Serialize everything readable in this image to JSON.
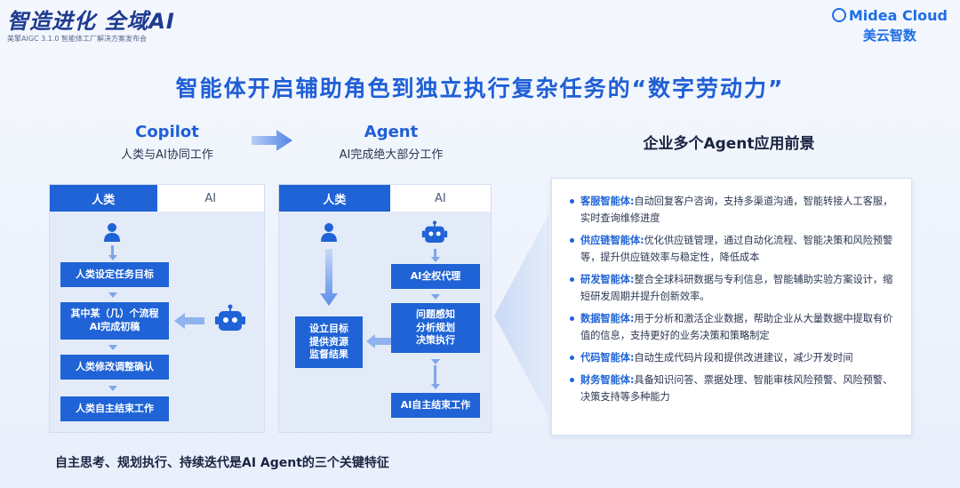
{
  "header": {
    "title": "智造进化 全域AI",
    "subtitle": "美擎AIGC 3.1.0 智能体工厂解决方案发布会",
    "brand_en": "Midea Cloud",
    "brand_cn": "美云智数"
  },
  "main_title": "智能体开启辅助角色到独立执行复杂任务的“数字劳动力”",
  "copilot": {
    "title": "Copilot",
    "subtitle": "人类与AI协同工作"
  },
  "agent": {
    "title": "Agent",
    "subtitle": "AI完成绝大部分工作"
  },
  "right_title": "企业多个Agent应用前景",
  "panel_copilot": {
    "tab_human": "人类",
    "tab_ai": "AI",
    "steps": [
      "人类设定任务目标",
      "其中某（几）个流程\nAI完成初稿",
      "人类修改调整确认",
      "人类自主结束工作"
    ]
  },
  "panel_agent": {
    "tab_human": "人类",
    "tab_ai": "AI",
    "human_box": "设立目标\n提供资源\n监督结果",
    "ai_steps": [
      "AI全权代理",
      "问题感知\n分析规划\n决策执行",
      "AI自主结束工作"
    ]
  },
  "scenarios": [
    {
      "key": "客服智能体:",
      "text": "自动回复客户咨询，支持多渠道沟通，智能转接人工客服，实时查询维修进度"
    },
    {
      "key": "供应链智能体:",
      "text": "优化供应链管理，通过自动化流程、智能决策和风险预警等，提升供应链效率与稳定性，降低成本"
    },
    {
      "key": "研发智能体:",
      "text": "整合全球科研数据与专利信息，智能辅助实验方案设计，缩短研发周期并提升创新效率。"
    },
    {
      "key": "数据智能体:",
      "text": "用于分析和激活企业数据，帮助企业从大量数据中提取有价值的信息，支持更好的业务决策和策略制定"
    },
    {
      "key": "代码智能体:",
      "text": "自动生成代码片段和提供改进建议，减少开发时间"
    },
    {
      "key": "财务智能体:",
      "text": "具备知识问答、票据处理、智能审核风险预警、风险预警、决策支持等多种能力"
    }
  ],
  "footer": "自主思考、规划执行、持续迭代是AI Agent的三个关键特征",
  "colors": {
    "accent": "#1f63d6",
    "title": "#1f5fd6",
    "bg": "#eef3fc"
  }
}
